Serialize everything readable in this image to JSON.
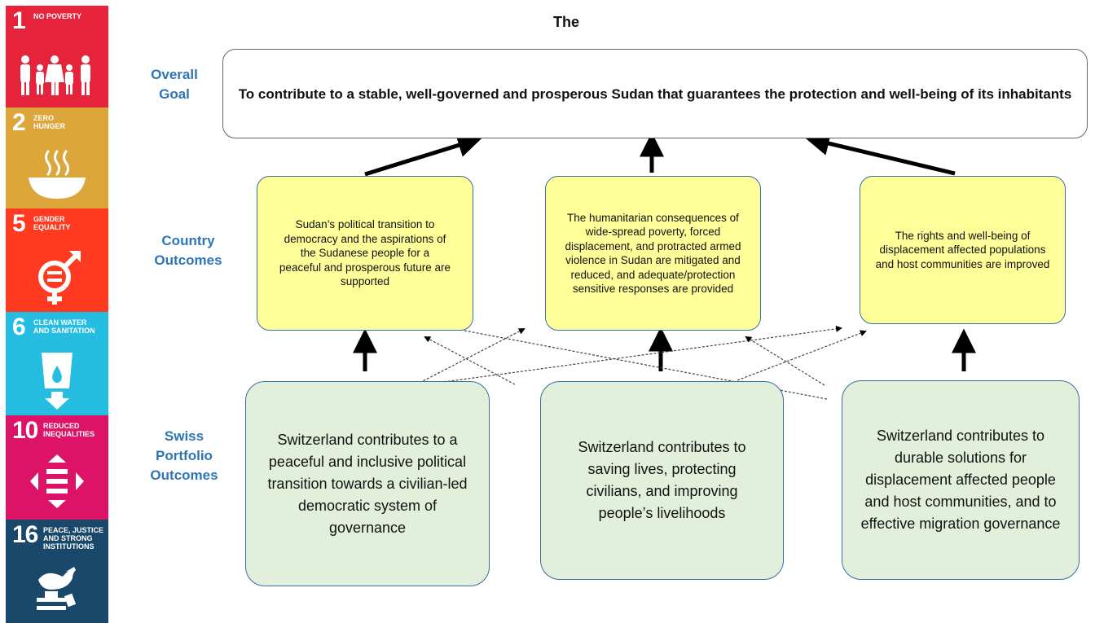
{
  "sdg_goals": [
    {
      "number": "1",
      "label": "No Poverty",
      "color": "#e5243b",
      "icon": "family-icon"
    },
    {
      "number": "2",
      "label": "Zero Hunger",
      "color": "#dda63a",
      "icon": "bowl-icon"
    },
    {
      "number": "5",
      "label": "Gender Equality",
      "color": "#ff3a21",
      "icon": "gender-equality-icon"
    },
    {
      "number": "6",
      "label": "Clean Water and Sanitation",
      "color": "#26bde2",
      "icon": "water-glass-icon"
    },
    {
      "number": "10",
      "label": "Reduced Inequalities",
      "color": "#dd1367",
      "icon": "equality-arrows-icon"
    },
    {
      "number": "16",
      "label": "Peace, Justice and Strong Institutions",
      "color": "#19486a",
      "icon": "dove-gavel-icon"
    }
  ],
  "header": {
    "title": "The"
  },
  "row_labels": {
    "overall_goal": "Overall Goal",
    "country_outcomes": "Country Outcomes",
    "swiss_portfolio_outcomes": "Swiss Portfolio Outcomes"
  },
  "overall_goal": {
    "text": "To contribute to a stable, well-governed and prosperous Sudan that guarantees the protection and well-being of its inhabitants"
  },
  "country_outcomes": [
    {
      "text": "Sudan’s political transition to democracy and the aspirations of the Sudanese people for a peaceful and prosperous future are supported"
    },
    {
      "text": "The humanitarian consequences of wide-spread poverty, forced displacement, and protracted armed violence in Sudan are mitigated and reduced, and adequate/protection sensitive responses are provided"
    },
    {
      "text": "The rights and well-being of displacement affected populations and host communities are improved"
    }
  ],
  "portfolio_outcomes": [
    {
      "text": "Switzerland contributes to a peaceful and inclusive political transition towards a civilian-led democratic system of governance"
    },
    {
      "text": "Switzerland contributes to saving lives, protecting civilians, and improving people’s livelihoods"
    },
    {
      "text": "Switzerland contributes to durable solutions for displacement affected people and host communities, and to effective migration governance"
    }
  ],
  "colors": {
    "label_blue": "#2e75b6",
    "outcome_fill": "#ffff99",
    "portfolio_fill": "#e2efda",
    "box_border": "#3a6ca8"
  }
}
